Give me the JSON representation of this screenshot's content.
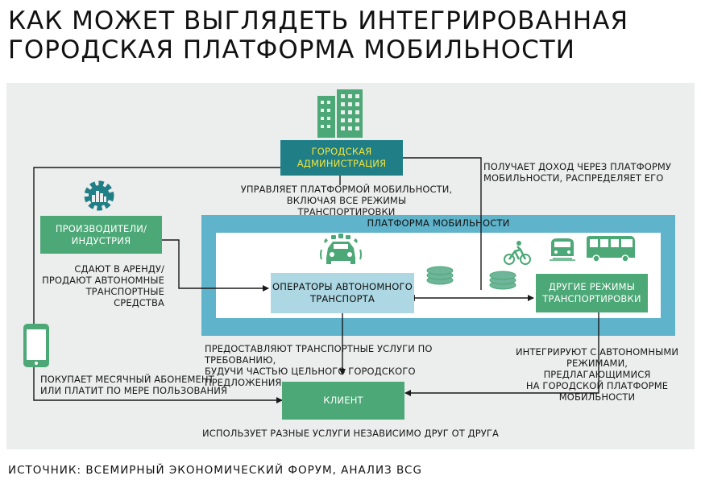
{
  "title": {
    "line1": "КАК МОЖЕТ ВЫГЛЯДЕТЬ ИНТЕГРИРОВАННАЯ",
    "line2": "ГОРОДСКАЯ ПЛАТФОРМА МОБИЛЬНОСТИ"
  },
  "nodes": {
    "city_admin": {
      "line1": "ГОРОДСКАЯ",
      "line2": "АДМИНИСТРАЦИЯ"
    },
    "producers": {
      "line1": "ПРОИЗВОДИТЕЛИ/",
      "line2": "ИНДУСТРИЯ"
    },
    "av_operators": {
      "line1": "ОПЕРАТОРЫ  АВТОНОМНОГО",
      "line2": "ТРАНСПОРТА"
    },
    "other_modes": {
      "line1": "ДРУГИЕ РЕЖИМЫ",
      "line2": "ТРАНСПОРТИРОВКИ"
    },
    "client": {
      "label": "КЛИЕНТ"
    },
    "platform": {
      "label": "ПЛАТФОРМА МОБИЛЬНОСТИ"
    }
  },
  "edge_labels": {
    "manages": {
      "line1": "УПРАВЛЯЕТ ПЛАТФОРМОЙ МОБИЛЬНОСТИ,",
      "line2": "ВКЛЮЧАЯ ВСЕ РЕЖИМЫ ТРАНСПОРТИРОВКИ"
    },
    "revenue": {
      "line1": "ПОЛУЧАЕТ ДОХОД ЧЕРЕЗ ПЛАТФОРМУ",
      "line2": "МОБИЛЬНОСТИ, РАСПРЕДЕЛЯЕТ ЕГО"
    },
    "lease": {
      "line1": "СДАЮТ В АРЕНДУ/",
      "line2": "ПРОДАЮТ АВТОНОМНЫЕ",
      "line3": "ТРАНСПОРТНЫЕ СРЕДСТВА"
    },
    "provide": {
      "line1": "ПРЕДОСТАВЛЯЮТ ТРАНСПОРТНЫЕ УСЛУГИ ПО ТРЕБОВАНИЮ,",
      "line2": "БУДУЧИ ЧАСТЬЮ ЦЕЛЬНОГО ГОРОДСКОГО ПРЕДЛОЖЕНИЯ"
    },
    "integrate": {
      "line1": "ИНТЕГРИРУЮТ С АВТОНОМНЫМИ",
      "line2": "РЕЖИМАМИ, ПРЕДЛАГАЮЩИМИСЯ",
      "line3": "НА ГОРОДСКОЙ ПЛАТФОРМЕ",
      "line4": "МОБИЛЬНОСТИ"
    },
    "subscription": {
      "line1": "ПОКУПАЕТ МЕСЯЧНЫЙ АБОНЕМЕНТ",
      "line2": "ИЛИ ПЛАТИТ ПО МЕРЕ ПОЛЬЗОВАНИЯ"
    },
    "uses": {
      "line1": "ИСПОЛЬЗУЕТ РАЗНЫЕ УСЛУГИ НЕЗАВИСИМО ДРУГ ОТ ДРУГА"
    }
  },
  "source": "ИСТОЧНИК: ВСЕМИРНЫЙ ЭКОНОМИЧЕСКИЙ ФОРУМ, АНАЛИЗ BCG",
  "icons": [
    "building-icon",
    "factory-gear-icon",
    "autonomous-car-icon",
    "coins-icon",
    "cyclist-icon",
    "train-icon",
    "bus-icon",
    "smartphone-icon"
  ],
  "colors": {
    "panel": "#eceded",
    "teal": "#1f7e86",
    "green": "#4ca876",
    "light_blue": "#acd7e3",
    "platform_frame": "#5fb3cb",
    "admin_text": "#f4e43a",
    "line": "#1a1a1a"
  }
}
